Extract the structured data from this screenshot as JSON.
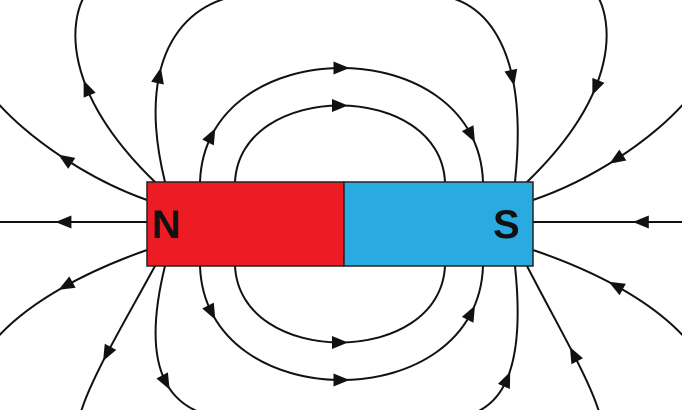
{
  "magnet": {
    "north_label": "N",
    "south_label": "S",
    "north_color": "#ed1c24",
    "south_color": "#29abe2",
    "outline_color": "#222222"
  },
  "field": {
    "line_color": "#111111",
    "direction": "north-to-south"
  }
}
